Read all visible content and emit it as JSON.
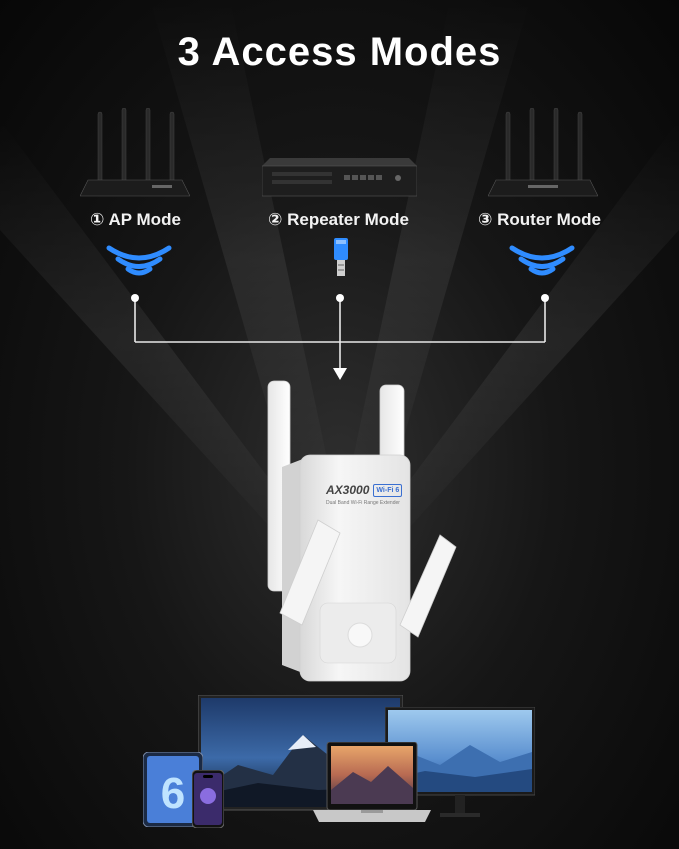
{
  "title": "3 Access Modes",
  "modes": [
    {
      "label": "① AP Mode",
      "device_icon": "router-icon",
      "link_icon": "wifi-icon"
    },
    {
      "label": "② Repeater Mode",
      "device_icon": "switch-icon",
      "link_icon": "ethernet-cable-icon"
    },
    {
      "label": "③ Router Mode",
      "device_icon": "router-icon",
      "link_icon": "wifi-icon"
    }
  ],
  "extender": {
    "model": "AX3000",
    "badge": "Wi-Fi 6",
    "subtitle": "Dual Band Wi-Fi Range Extender"
  },
  "colors": {
    "background": "#0d0d0d",
    "wifi_blue": "#2f8cff",
    "connector_line": "#e8e8e8"
  }
}
